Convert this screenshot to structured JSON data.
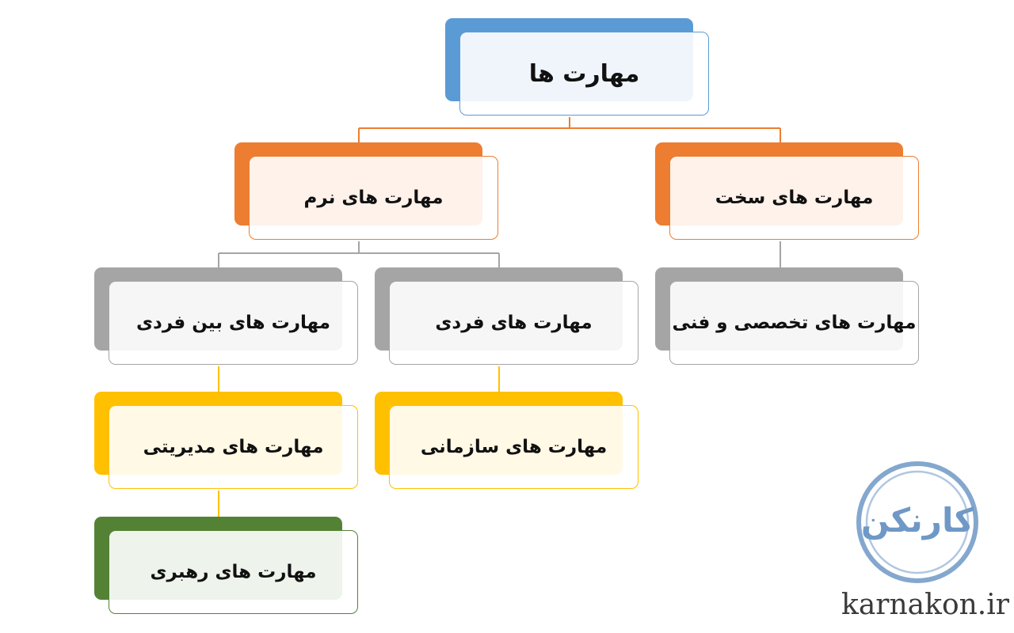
{
  "nodes": {
    "root": "مهارت ها",
    "soft": "مهارت های نرم",
    "hard": "مهارت های سخت",
    "interpersonal": "مهارت های بین فردی",
    "individual": "مهارت های فردی",
    "specialized": "مهارت های تخصصی و فنی",
    "managerial": "مهارت های مدیریتی",
    "organizational": "مهارت های سازمانی",
    "leadership": "مهارت های رهبری"
  },
  "logo": {
    "text": "کارنکن"
  },
  "site": {
    "url": "karnakon.ir"
  },
  "colors": {
    "blue": "#5b9bd5",
    "orange": "#ed7d31",
    "gray": "#a5a5a5",
    "yellow": "#ffc000",
    "green": "#548235",
    "logo": "#6f98c6"
  }
}
